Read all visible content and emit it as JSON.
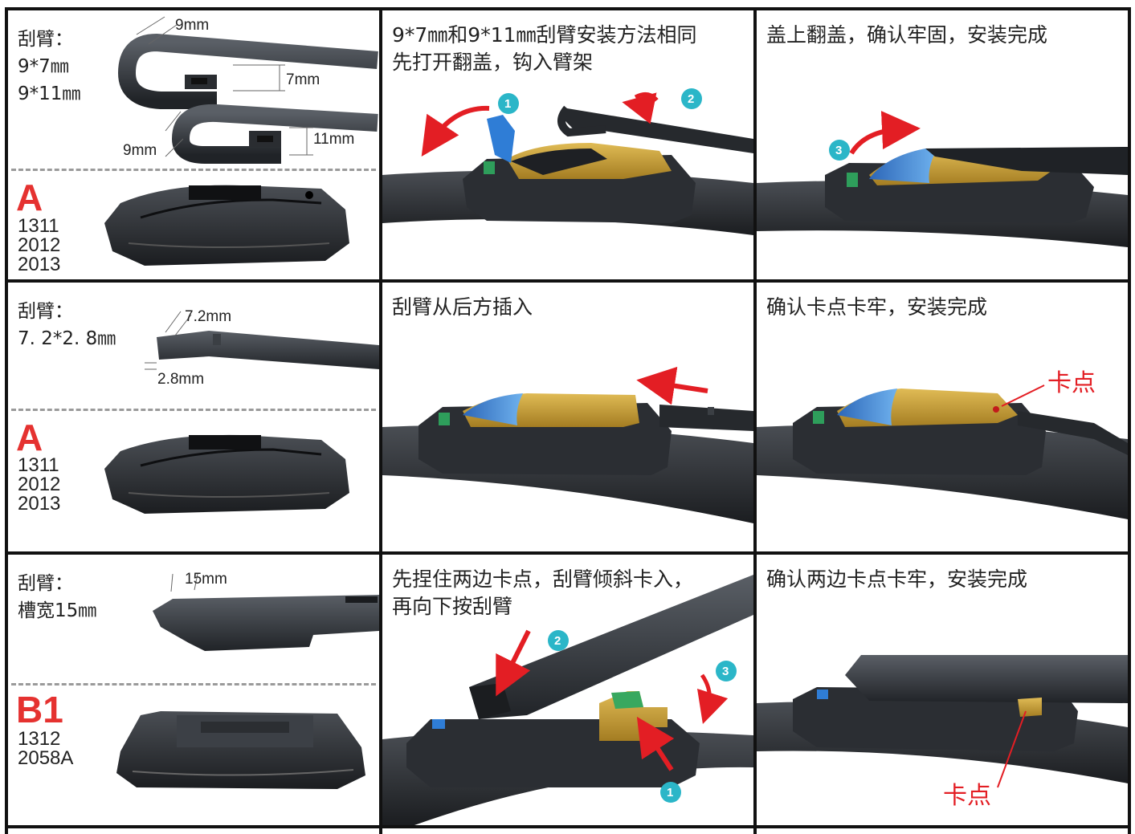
{
  "rows": [
    {
      "spec": {
        "title": "刮臂：",
        "lines": [
          "9*7㎜",
          "9*11㎜"
        ],
        "dims": [
          "9mm",
          "7mm",
          "9mm",
          "11mm"
        ],
        "type_letter": "A",
        "codes": [
          "1311",
          "2012",
          "2013"
        ]
      },
      "step": {
        "caption": "9*7㎜和9*11㎜刮臂安装方法相同\n先打开翻盖，钩入臂架",
        "badges": [
          "1",
          "2"
        ]
      },
      "done": {
        "caption": "盖上翻盖，确认牢固，安装完成",
        "badges": [
          "3"
        ]
      }
    },
    {
      "spec": {
        "title": "刮臂：",
        "lines": [
          "7. 2*2. 8㎜"
        ],
        "dims": [
          "7.2mm",
          "2.8mm"
        ],
        "type_letter": "A",
        "codes": [
          "1311",
          "2012",
          "2013"
        ]
      },
      "step": {
        "caption": "刮臂从后方插入"
      },
      "done": {
        "caption": "确认卡点卡牢，安装完成",
        "label": "卡点"
      }
    },
    {
      "spec": {
        "title": "刮臂：",
        "lines": [
          "槽宽15㎜"
        ],
        "dims": [
          "15mm"
        ],
        "type_letter": "B1",
        "codes": [
          "1312",
          "2058A"
        ]
      },
      "step": {
        "caption": "先捏住两边卡点，刮臂倾斜卡入，\n再向下按刮臂",
        "badges": [
          "2",
          "3",
          "1"
        ]
      },
      "done": {
        "caption": "确认两边卡点卡牢，安装完成",
        "label": "卡点"
      }
    }
  ],
  "colors": {
    "grid": "#111111",
    "accent_red": "#e31e24",
    "badge_teal": "#2bb6c8",
    "adapter_gold": "#c9a23a",
    "cover_blue": "#3b7fd0",
    "clip_green": "#2e9e5b"
  }
}
